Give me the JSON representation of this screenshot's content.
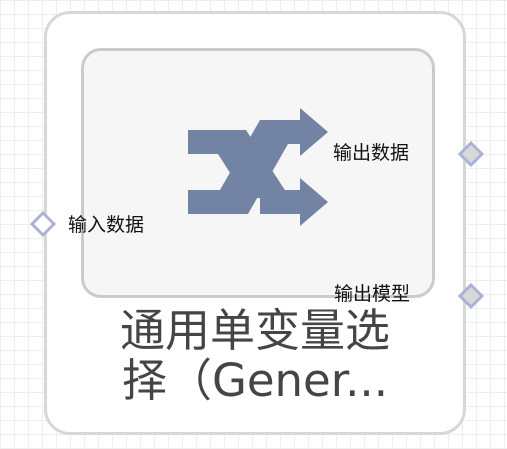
{
  "node": {
    "title_line1": "通用单变量选",
    "title_line2": "择（Gener...",
    "icon": "shuffle-icon",
    "icon_color": "#7383a3"
  },
  "ports": {
    "input_data_label": "输入数据",
    "output_data_label": "输出数据",
    "output_model_label": "输出模型",
    "input_port_color": "#aab3d6",
    "output_port_color": "#d9d9d9"
  }
}
